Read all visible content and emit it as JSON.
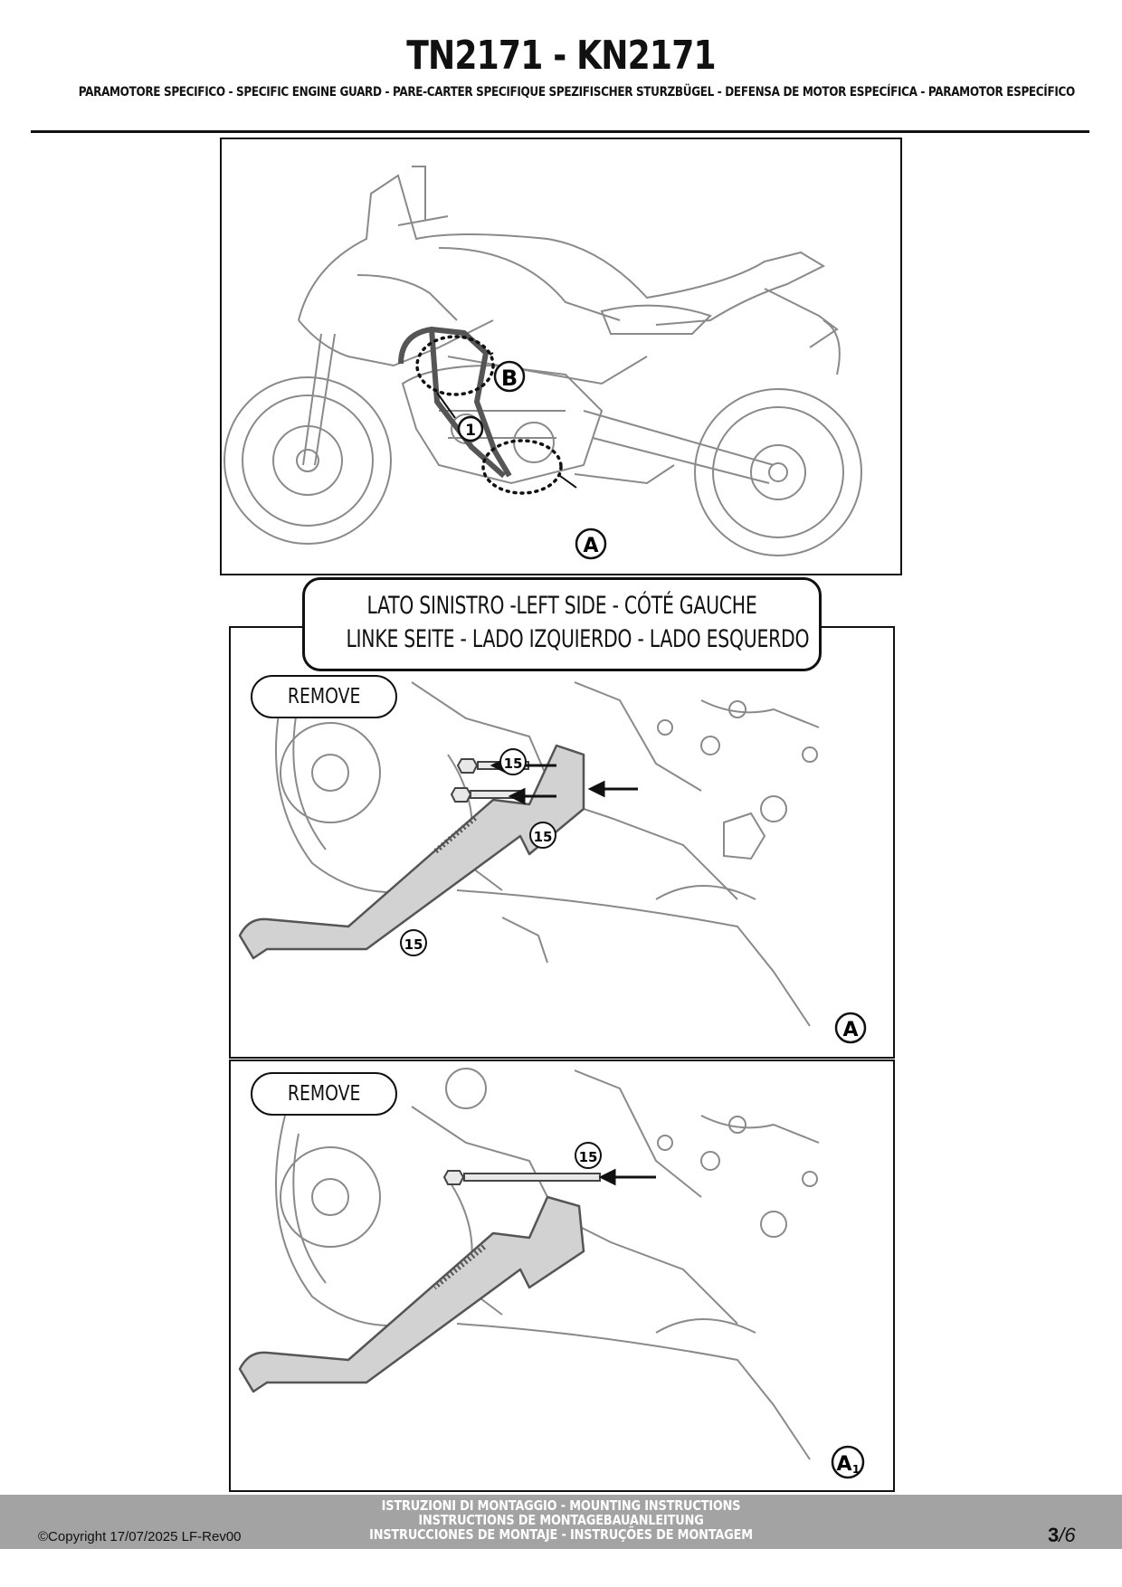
{
  "header": {
    "title": "TN2171 - KN2171",
    "subtitle": "PARAMOTORE SPECIFICO  -  SPECIFIC ENGINE GUARD - PARE-CARTER SPECIFIQUE SPEZIFISCHER STURZBÜGEL - DEFENSA DE MOTOR ESPECÍFICA - PARAMOTOR ESPECÍFICO"
  },
  "overview": {
    "callout_b": "B",
    "callout_a": "A",
    "part_1": "1"
  },
  "side_label": {
    "line1": "LATO SINISTRO -LEFT SIDE - CÓTÉ GAUCHE",
    "line2": "LINKE SEITE - LADO IZQUIERDO - LADO ESQUERDO"
  },
  "panel_a": {
    "remove": "REMOVE",
    "screw_1": "15",
    "screw_2": "15",
    "screw_3": "15",
    "corner": "A"
  },
  "panel_a1": {
    "remove": "REMOVE",
    "screw_1": "15",
    "corner": "A",
    "corner_sub": "1"
  },
  "footer": {
    "line1": "ISTRUZIONI DI MONTAGGIO  -  MOUNTING INSTRUCTIONS",
    "line2": "INSTRUCTIONS DE MONTAGEBAUANLEITUNG",
    "line3": "INSTRUCCIONES DE MONTAJE - INSTRUÇÕES DE MONTAGEM",
    "copyright": "©Copyright 17/07/2025 LF-Rev00",
    "page": "3",
    "total": "/6"
  },
  "colors": {
    "footer_bar": "#a3a3a3",
    "line_art": "#777777",
    "highlight_part": "#8a8a8a"
  }
}
